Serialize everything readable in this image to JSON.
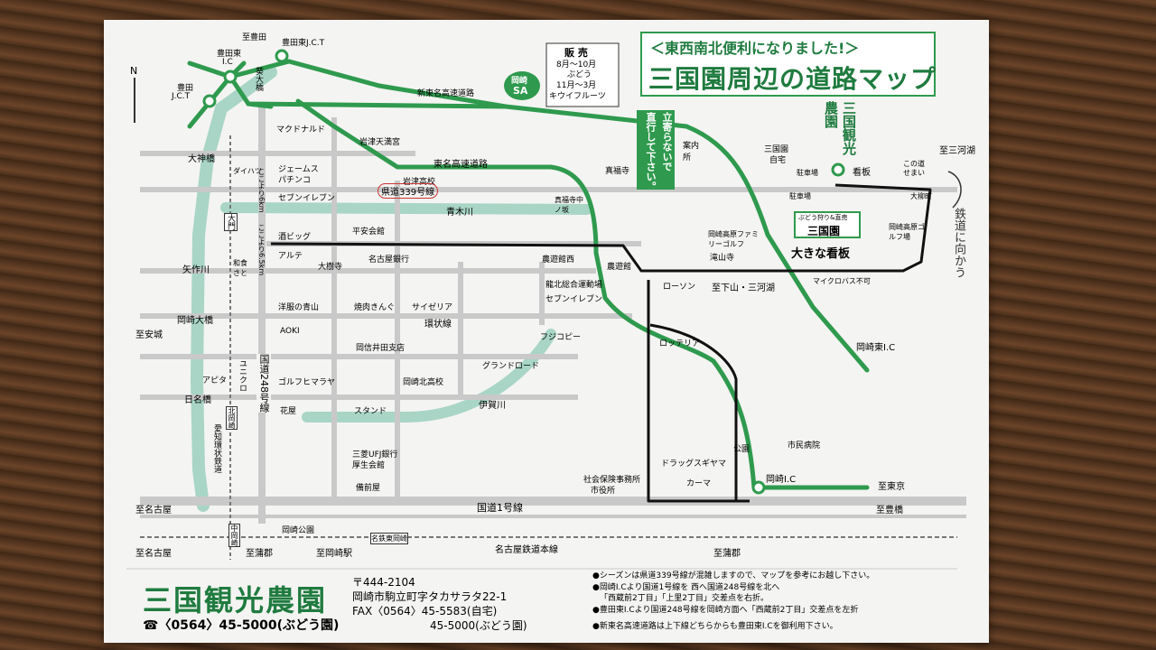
{
  "title": {
    "line1": "＜東西南北便利になりました!＞",
    "line2": "三国園周辺の道路マップ"
  },
  "north": "N",
  "sales": {
    "label": "販 売",
    "grape_period": "8月〜10月",
    "grape": "ぶどう",
    "kiwi_period": "11月〜3月",
    "kiwi": "キウイフルーツ"
  },
  "okazaki_sa": {
    "top": "岡崎",
    "bottom": "SA"
  },
  "notice_box": {
    "col1": "立寄らないで",
    "col2": "直行して下さい。"
  },
  "farm_vertical": {
    "col1": "三国観光",
    "col2": "農園"
  },
  "places": {
    "to_toyota": "至豊田",
    "toyota_higashi_jct": "豊田東J.C.T",
    "toyota_higashi_ic_1": "豊田東",
    "toyota_higashi_ic_2": "I.C",
    "toyota_jct_1": "豊田",
    "toyota_jct_2": "J.C.T",
    "aoi": "葵大橋",
    "shintomei": "新東名高速道路",
    "mcdonalds": "マクドナルド",
    "iwazu_tenmangu": "岩津天満宮",
    "tomei": "東名高速道路",
    "dainijinbashi": "大神橋",
    "jeems": "ジェームス",
    "pachinko": "パチンコ",
    "iwazu_hs": "岩津高校",
    "route339": "県道339号線",
    "seven1": "セブンイレブン",
    "aoki_river": "青木川",
    "heianden": "平安会館",
    "sakebig": "酒ビッグ",
    "alte": "アルテ",
    "daijuji": "大樹寺",
    "nagoya_bank": "名古屋銀行",
    "hiyoshiya_1": "ここより6km",
    "hiyoshiya_2": "ここより6.5km",
    "daihatsu": "ダイハツ",
    "ooton": "大門",
    "washoku": "和食さと",
    "yahagi": "矢作川",
    "aoyama": "洋服の青山",
    "yakiniku": "焼肉きんぐ",
    "saizeriya": "サイゼリア",
    "kanjo": "環状線",
    "okazaki_ohashi": "岡崎大橋",
    "aoki_store": "AOKI",
    "shinkin": "岡信井田支店",
    "to_anjo": "至安城",
    "grand_road": "グランドロード",
    "okazaki_kita": "岡崎北高校",
    "uniqlo": "ユニクロ",
    "apita": "アピタ",
    "golf_himaraya": "ゴルフヒマラヤ",
    "nikkobashi": "日名橋",
    "iga_river": "伊賀川",
    "stand": "スタンド",
    "hanaya": "花屋",
    "ufj": "三菱UFJ銀行",
    "koseikaikan": "厚生会館",
    "aichi_kanjo": "愛知環状鉄道",
    "kitaokazaki": "北岡崎",
    "bizen": "備前屋",
    "route248": "国道248号線",
    "to_nagoya_1": "至名古屋",
    "to_nagoya_2": "至名古屋",
    "okazaki_park": "岡崎公園",
    "meitetsu_higashi": "名鉄東岡崎",
    "nakaokazaki": "中岡崎",
    "to_gamagori_1": "至蒲郡",
    "to_okazaki_st": "至岡崎駅",
    "meitetsu_main": "名古屋鉄道本線",
    "to_gamagori_2": "至蒲郡",
    "route1": "国道1号線",
    "to_toyohashi": "至豊橋",
    "to_tokyo": "至東京",
    "okazaki_ic": "岡崎I.C",
    "okazaki_higashi_ic": "岡崎東I.C",
    "shimin_hosp": "市民病院",
    "park": "公園",
    "kaama": "カーマ",
    "drug_sugi": "ドラッグスギヤマ",
    "social_ins": "社会保険事務所",
    "city_hall": "市役所",
    "lotteria": "ロッテリア",
    "fujicopy": "フジコピー",
    "seven2": "セブンイレブン",
    "ryuhoku": "龍北総合運動場",
    "lawson": "ローソン",
    "nouyuukan": "農遊館西",
    "nougyoukan": "農遊館",
    "shimoyama": "至下山・三河湖",
    "mikurai_bus": "マイクロバス不可",
    "takiyamaji": "滝山寺",
    "family_golf": "岡崎高原ファミリーゴルフ",
    "makabe": "真福寺",
    "makabe2": "真福寺中ノ坂",
    "info": "案内所",
    "home_1": "三国園",
    "home_2": "自宅",
    "parking1": "駐車場",
    "parking2": "駐車場",
    "kanban": "看板",
    "to_mikawako": "至三河湖",
    "narrow_1": "この道",
    "narrow_2": "せまい",
    "oyanagi": "大柳町",
    "golf_park": "岡崎高原ゴルフ場",
    "big_sign": "大きな看板",
    "grape_sign_small": "ぶどう狩り&直売",
    "grape_sign_big": "三国園"
  },
  "handwritten": "鉄道に向かう",
  "footer": {
    "farm_name": "三国観光農園",
    "zip": "〒444-2104",
    "address": "岡崎市駒立町字タカサラタ22-1",
    "fax": "FAX〈0564〉45-5583(自宅)",
    "fax2": "45-5000(ぶどう園)",
    "tel": "☎〈0564〉45-5000(ぶどう園)",
    "note1": "●シーズンは県道339号線が混雑しますので、マップを参考にお越し下さい。",
    "note2a": "●岡崎I.Cより国道1号線を 西へ国道248号線を北へ",
    "note2b": "「西蔵前2丁目」「上里2丁目」交差点を右折。",
    "note3a": "●豊田東I.Cより国道248号線を岡崎方面へ「西蔵前2丁目」交差点を左折",
    "note4": "●新東名高速道路は上下線どちらからも豊田東I.Cを御利用下さい。"
  },
  "colors": {
    "green": "#2f9a4e",
    "light_green": "#a8d5b8",
    "river": "#9ed2c9",
    "black": "#111111",
    "paper": "#f4f4f2"
  }
}
